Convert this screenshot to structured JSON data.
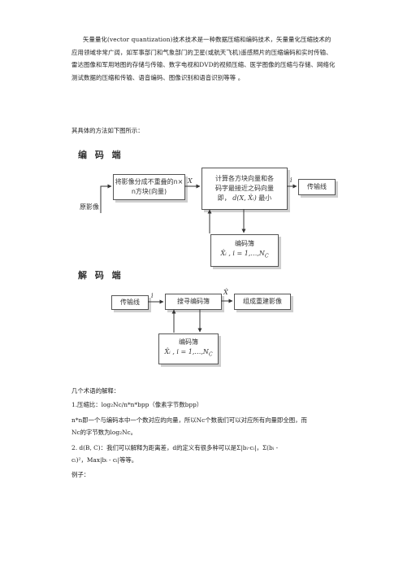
{
  "intro": {
    "text": "矢量量化(vector quantization)技术技术是一种数据压缩和编码技术，矢量量化压缩技术的应用领域非常广阔，如军事部门和气象部门的卫星(或航天飞机)遥感照片的压缩编码和实时传输、雷达图像和军用地图的存储与传输、数字电视和DVD的视频压缩、医学图像的压缩与存储、网络化测试数据的压缩和传输、语音编码、图像识别和语音识别等等  。"
  },
  "method_intro": "其具体的方法如下图所示：",
  "encoder": {
    "title": "编 码 端",
    "split_box": "将影像分成不重叠的n× n方块(向量)",
    "compute_box_l1": "计算各方块向量和各",
    "compute_box_l2": "码字最接近之码向量",
    "compute_box_l3a": "即，",
    "compute_box_math": "d(X, X̂ᵢ)",
    "compute_box_l3b": "最小",
    "transmit_box": "传输线",
    "codebook_title": "编码簿",
    "codebook_math": "X̂ᵢ , i = 1,…,N",
    "codebook_sub": "C",
    "source_label": "原影像",
    "label_x": "X",
    "label_i": "i"
  },
  "decoder": {
    "title": "解 码 端",
    "transmit_box": "传输线",
    "lookup_box": "搜寻编码簿",
    "rebuild_box": "组成重建影像",
    "codebook_title": "编码簿",
    "codebook_math": "X̂ᵢ , i = 1,…,N",
    "codebook_sub": "C",
    "label_i": "i",
    "label_xhat": "X̂"
  },
  "terms": {
    "heading": "几个术语的解释：",
    "item1": "1.压缩比：log₂Nc/n*n*bpp（像素字节数bpp）",
    "item1_desc_l1": "n*n即一个与编码本中一个数对应的向量，所以Nc个数我们可以对应所有向量即全图，而",
    "item1_desc_l2": "Nc的字节数为log₂Nc。",
    "item2_l1": "2. d(B, C)：我们可以解释为距离差，d的定义有很多种可以是Σ|bᵢ-cᵢ|，Σ(bᵢ -",
    "item2_l2": "cᵢ)²，Max|bᵢ - cᵢ|等等。",
    "example": "例子："
  }
}
